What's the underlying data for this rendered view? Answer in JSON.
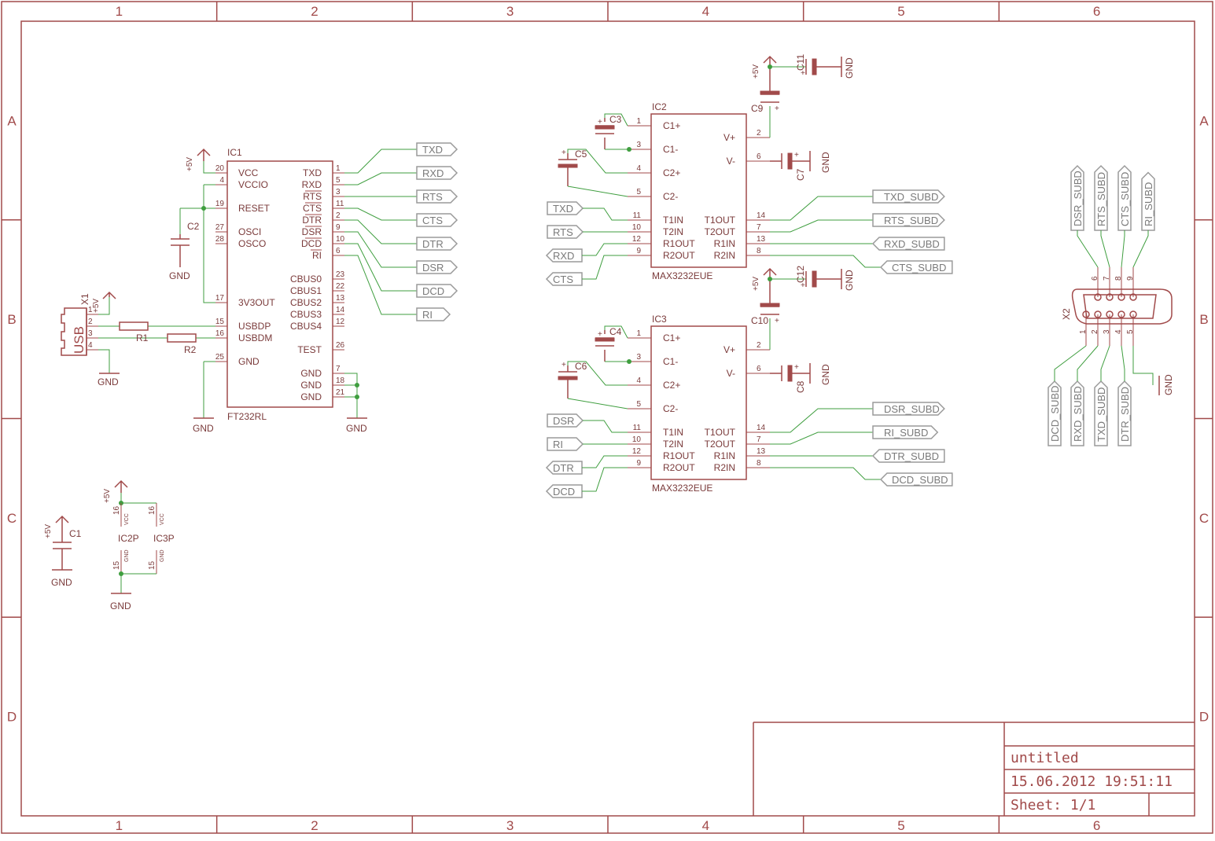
{
  "frame": {
    "columns": [
      "1",
      "2",
      "3",
      "4",
      "5",
      "6"
    ],
    "rows": [
      "A",
      "B",
      "C",
      "D"
    ],
    "colors": {
      "frame": "#a14a4a",
      "wire": "#3f9e3f",
      "label": "#9a9a9a"
    }
  },
  "title_block": {
    "title": "untitled",
    "datetime": "15.06.2012 19:51:11",
    "sheet": "Sheet: 1/1"
  },
  "common": {
    "vcc": "+5V",
    "gnd": "GND"
  },
  "ic1": {
    "name": "IC1",
    "value": "FT232RL",
    "left_pins": [
      {
        "num": "20",
        "name": "VCC"
      },
      {
        "num": "4",
        "name": "VCCIO"
      },
      {
        "num": "19",
        "name": "RESET"
      },
      {
        "num": "27",
        "name": "OSCI"
      },
      {
        "num": "28",
        "name": "OSCO"
      },
      {
        "num": "17",
        "name": "3V3OUT"
      },
      {
        "num": "15",
        "name": "USBDP"
      },
      {
        "num": "16",
        "name": "USBDM"
      },
      {
        "num": "25",
        "name": "GND"
      }
    ],
    "right_pins": [
      {
        "num": "1",
        "name": "TXD"
      },
      {
        "num": "5",
        "name": "RXD"
      },
      {
        "num": "3",
        "name": "RTS"
      },
      {
        "num": "11",
        "name": "CTS"
      },
      {
        "num": "2",
        "name": "DTR"
      },
      {
        "num": "9",
        "name": "DSR"
      },
      {
        "num": "10",
        "name": "DCD"
      },
      {
        "num": "6",
        "name": "RI"
      },
      {
        "num": "23",
        "name": "CBUS0"
      },
      {
        "num": "22",
        "name": "CBUS1"
      },
      {
        "num": "13",
        "name": "CBUS2"
      },
      {
        "num": "14",
        "name": "CBUS3"
      },
      {
        "num": "12",
        "name": "CBUS4"
      },
      {
        "num": "26",
        "name": "TEST"
      },
      {
        "num": "7",
        "name": "GND"
      },
      {
        "num": "18",
        "name": "GND"
      },
      {
        "num": "21",
        "name": "GND"
      }
    ]
  },
  "ic2": {
    "name": "IC2",
    "value": "MAX3232EUE",
    "left_pins": [
      {
        "num": "1",
        "name": "C1+"
      },
      {
        "num": "3",
        "name": "C1-"
      },
      {
        "num": "4",
        "name": "C2+"
      },
      {
        "num": "5",
        "name": "C2-"
      },
      {
        "num": "11",
        "name": "T1IN"
      },
      {
        "num": "10",
        "name": "T2IN"
      },
      {
        "num": "12",
        "name": "R1OUT"
      },
      {
        "num": "9",
        "name": "R2OUT"
      }
    ],
    "right_pins": [
      {
        "num": "2",
        "name": "V+"
      },
      {
        "num": "6",
        "name": "V-"
      },
      {
        "num": "14",
        "name": "T1OUT"
      },
      {
        "num": "7",
        "name": "T2OUT"
      },
      {
        "num": "13",
        "name": "R1IN"
      },
      {
        "num": "8",
        "name": "R2IN"
      }
    ],
    "left_labels": [
      "TXD",
      "RTS",
      "RXD",
      "CTS"
    ],
    "right_labels": [
      "TXD_SUBD",
      "RTS_SUBD",
      "RXD_SUBD",
      "CTS_SUBD"
    ]
  },
  "ic3": {
    "name": "IC3",
    "value": "MAX3232EUE",
    "left_pins": [
      {
        "num": "1",
        "name": "C1+"
      },
      {
        "num": "3",
        "name": "C1-"
      },
      {
        "num": "4",
        "name": "C2+"
      },
      {
        "num": "5",
        "name": "C2-"
      },
      {
        "num": "11",
        "name": "T1IN"
      },
      {
        "num": "10",
        "name": "T2IN"
      },
      {
        "num": "12",
        "name": "R1OUT"
      },
      {
        "num": "9",
        "name": "R2OUT"
      }
    ],
    "right_pins": [
      {
        "num": "2",
        "name": "V+"
      },
      {
        "num": "6",
        "name": "V-"
      },
      {
        "num": "14",
        "name": "T1OUT"
      },
      {
        "num": "7",
        "name": "T2OUT"
      },
      {
        "num": "13",
        "name": "R1IN"
      },
      {
        "num": "8",
        "name": "R2IN"
      }
    ],
    "left_labels": [
      "DSR",
      "RI",
      "DTR",
      "DCD"
    ],
    "right_labels": [
      "DSR_SUBD",
      "RI_SUBD",
      "DTR_SUBD",
      "DCD_SUBD"
    ]
  },
  "ic1_labels": [
    "TXD",
    "RXD",
    "RTS",
    "CTS",
    "DTR",
    "DSR",
    "DCD",
    "RI"
  ],
  "usb": {
    "name": "X1",
    "value": "USB",
    "pins": [
      "1",
      "2",
      "3",
      "4"
    ]
  },
  "resistors": {
    "r1": "R1",
    "r2": "R2"
  },
  "caps": {
    "c1": "C1",
    "c2": "C2",
    "c3": "C3",
    "c4": "C4",
    "c5": "C5",
    "c6": "C6",
    "c7": "C7",
    "c8": "C8",
    "c9": "C9",
    "c10": "C10",
    "c11": "C11",
    "c12": "C12"
  },
  "power_blocks": {
    "ic2p": {
      "name": "IC2P",
      "vcc_pin": "16",
      "gnd_pin": "15",
      "vcc": "VCC",
      "gnd": "GND"
    },
    "ic3p": {
      "name": "IC3P",
      "vcc_pin": "16",
      "gnd_pin": "15",
      "vcc": "VCC",
      "gnd": "GND"
    }
  },
  "subd": {
    "name": "X2",
    "top_pins": [
      "6",
      "7",
      "8",
      "9"
    ],
    "bottom_pins": [
      "1",
      "2",
      "3",
      "4",
      "5"
    ],
    "top_labels": [
      "DSR_SUBD",
      "RTS_SUBD",
      "CTS_SUBD",
      "RI_SUBD"
    ],
    "bottom_labels": [
      "DCD_SUBD",
      "RXD_SUBD",
      "TXD_SUBD",
      "DTR_SUBD"
    ]
  }
}
